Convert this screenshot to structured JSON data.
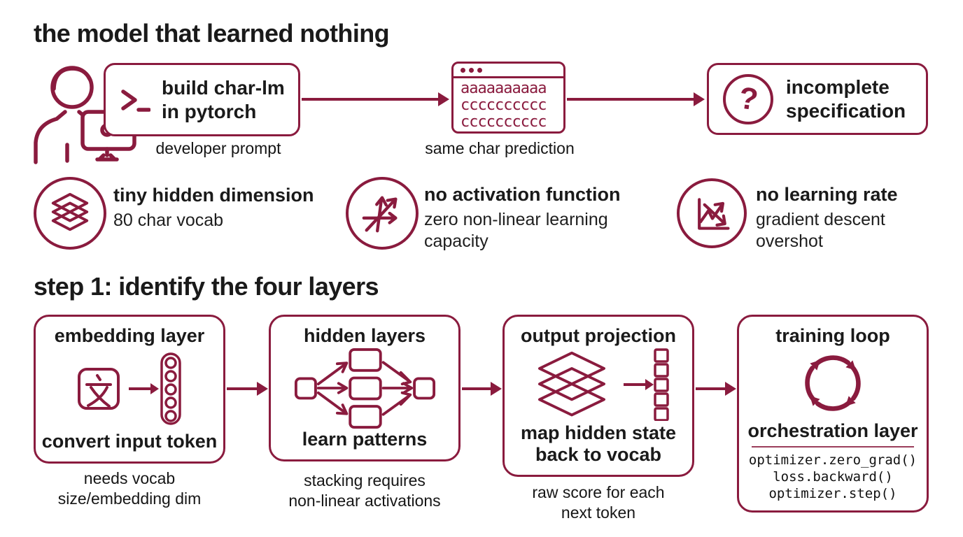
{
  "colors": {
    "maroon": "#8A1B3E",
    "ink": "#1A1A1A",
    "background": "#FFFFFF"
  },
  "header": {
    "title": "the model that learned nothing"
  },
  "flow": {
    "prompt_box": {
      "lines": [
        "build char-lm",
        "in pytorch"
      ],
      "caption": "developer prompt"
    },
    "terminal_box": {
      "lines": [
        "aaaaaaaaaa",
        "cccccccccc",
        "cccccccccc"
      ],
      "caption": "same char prediction"
    },
    "result_box": {
      "lines": [
        "incomplete",
        "specification"
      ],
      "icon_glyph": "?"
    }
  },
  "issues": [
    {
      "icon": "layers-stack-icon",
      "title": "tiny hidden dimension",
      "subtitle": "80 char vocab"
    },
    {
      "icon": "activation-axes-icon",
      "title": "no activation function",
      "subtitle": "zero non-linear learning capacity"
    },
    {
      "icon": "overshoot-chart-icon",
      "title": "no learning rate",
      "subtitle": "gradient descent overshot"
    }
  ],
  "step1": {
    "heading": "step 1: identify the four layers",
    "boxes": [
      {
        "title": "embedding layer",
        "caption_lines": [
          "convert input token"
        ],
        "note_lines": [
          "needs vocab",
          "size/embedding dim"
        ]
      },
      {
        "title": "hidden layers",
        "caption_lines": [
          "learn patterns"
        ],
        "note_lines": [
          "stacking requires",
          "non-linear activations"
        ]
      },
      {
        "title": "output projection",
        "caption_lines": [
          "map hidden state",
          "back to vocab"
        ],
        "note_lines": [
          "raw score for each",
          "next token"
        ]
      },
      {
        "title": "training loop",
        "caption_lines": [
          "orchestration layer"
        ],
        "code_lines": [
          "optimizer.zero_grad()",
          "loss.backward()",
          "optimizer.step()"
        ]
      }
    ]
  }
}
